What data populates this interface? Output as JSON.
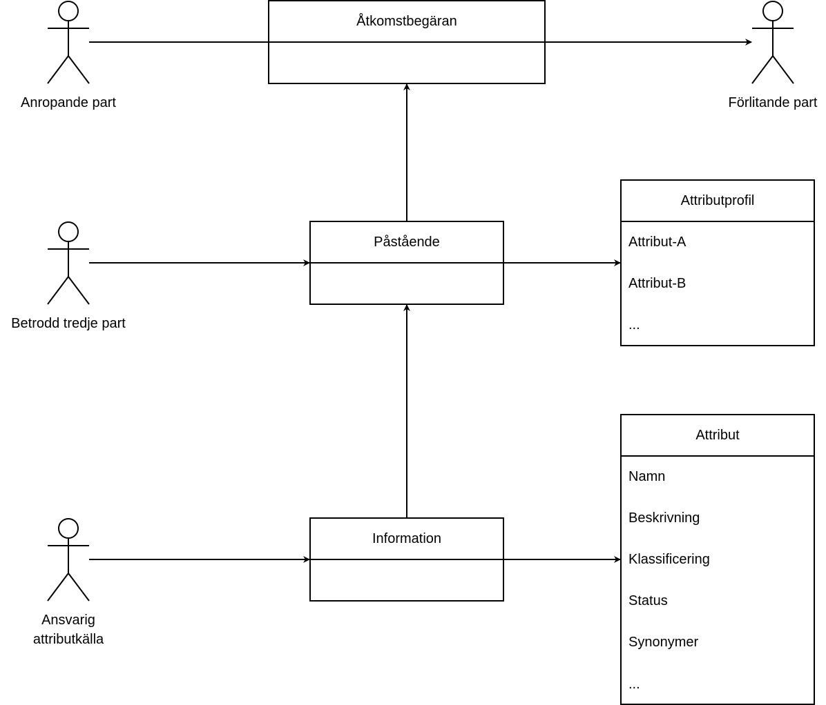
{
  "actors": {
    "anropande": "Anropande part",
    "forlitande": "Förlitande part",
    "betrodd": "Betrodd tredje part",
    "ansvarig_line1": "Ansvarig",
    "ansvarig_line2": "attributkälla"
  },
  "boxes": {
    "atkomstbegaran": "Åtkomstbegäran",
    "pastaende": "Påstående",
    "information": "Information"
  },
  "attributprofil": {
    "title": "Attributprofil",
    "items": [
      "Attribut-A",
      "Attribut-B",
      "..."
    ]
  },
  "attribut": {
    "title": "Attribut",
    "items": [
      "Namn",
      "Beskrivning",
      "Klassificering",
      "Status",
      "Synonymer",
      "..."
    ]
  }
}
